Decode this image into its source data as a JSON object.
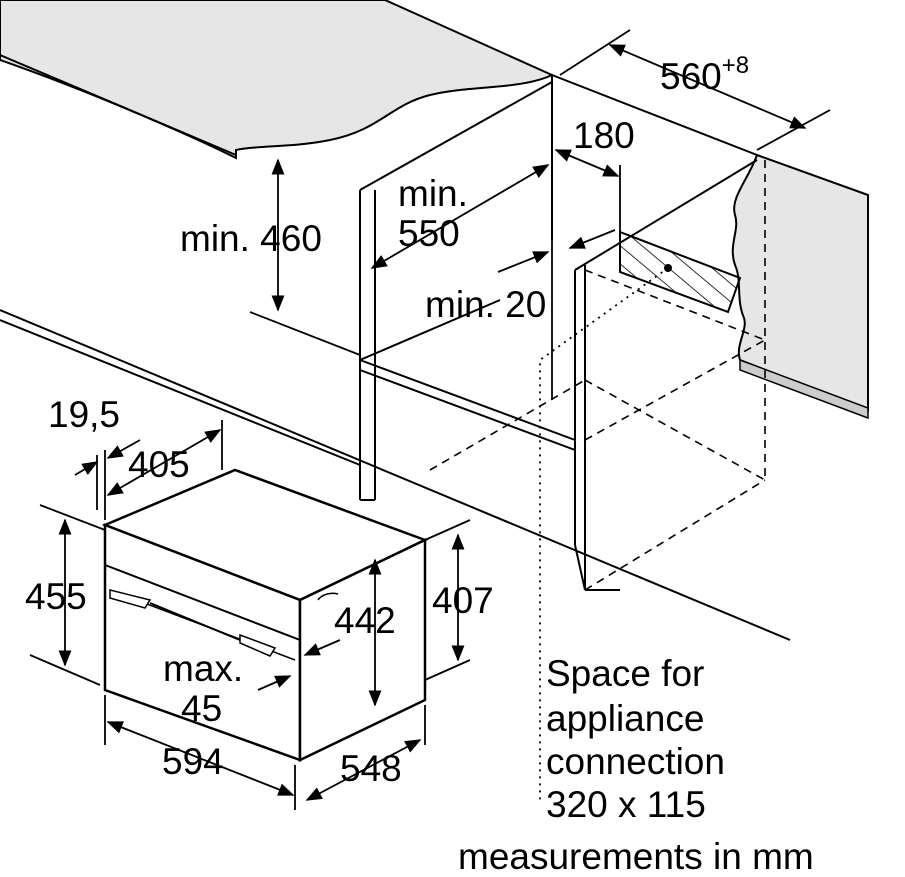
{
  "labels": {
    "width_cavity": "560",
    "width_tolerance": "+8",
    "depth_180": "180",
    "min_height": "min. 460",
    "min_depth_line1": "min.",
    "min_depth_line2": "550",
    "min_gap": "min. 20",
    "offset_195": "19,5",
    "dim_405": "405",
    "height_455": "455",
    "height_442": "442",
    "height_407": "407",
    "max_line1": "max.",
    "max_line2": "45",
    "width_594": "594",
    "depth_548": "548",
    "space_line1": "Space for",
    "space_line2": "appliance",
    "space_line3": "connection",
    "space_line4": "320 x 115",
    "units": "measurements in mm"
  }
}
